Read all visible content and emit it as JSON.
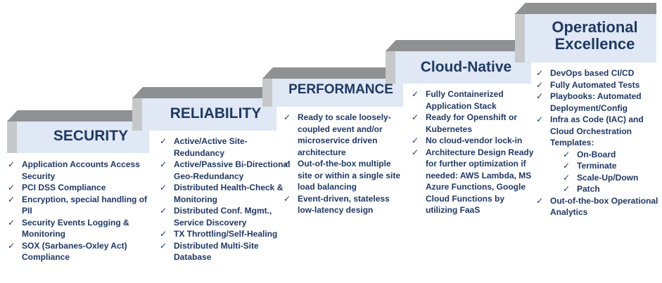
{
  "colors": {
    "title_text": "#1f3864",
    "bullet_text": "#1f3864",
    "top_face": "#8e9092",
    "front_face": "#dfe8f4",
    "riser_face": "#c6c8ca"
  },
  "bullet_icon": "checkmark-icon",
  "bullet_glyph": "✓",
  "steps": [
    {
      "id": "security",
      "title_lines": [
        "SECURITY"
      ],
      "items": [
        {
          "text": "Application Accounts Access Security",
          "sub": false
        },
        {
          "text": "PCI DSS Compliance",
          "sub": false
        },
        {
          "text": "Encryption, special handling of PII",
          "sub": false
        },
        {
          "text": "Security Events Logging & Monitoring",
          "sub": false
        },
        {
          "text": "SOX (Sarbanes-Oxley Act) Compliance",
          "sub": false
        }
      ]
    },
    {
      "id": "reliability",
      "title_lines": [
        "RELIABILITY"
      ],
      "items": [
        {
          "text": "Active/Active Site-Redundancy",
          "sub": false
        },
        {
          "text": "Active/Passive Bi-Directional Geo-Redundancy",
          "sub": false
        },
        {
          "text": "Distributed Health-Check & Monitoring",
          "sub": false
        },
        {
          "text": " Distributed Conf. Mgmt., Service Discovery",
          "sub": false
        },
        {
          "text": "TX Throttling/Self-Healing",
          "sub": false
        },
        {
          "text": "Distributed Multi-Site Database",
          "sub": false
        }
      ]
    },
    {
      "id": "performance",
      "title_lines": [
        "PERFORMANCE"
      ],
      "items": [
        {
          "text": "Ready to scale loosely-coupled event and/or microservice driven architecture",
          "sub": false
        },
        {
          "text": "Out-of-the-box multiple site or within a single site load balancing",
          "sub": false
        },
        {
          "text": "Event-driven, stateless low-latency design",
          "sub": false
        }
      ]
    },
    {
      "id": "cloud-native",
      "title_lines": [
        "Cloud-Native"
      ],
      "items": [
        {
          "text": "Fully Containerized Application Stack",
          "sub": false
        },
        {
          "text": "Ready for Openshift or Kubernetes",
          "sub": false
        },
        {
          "text": "No cloud-vendor lock-in",
          "sub": false
        },
        {
          "text": "Architecture Design Ready for further optimization if needed: AWS Lambda, MS Azure Functions, Google Cloud Functions by utilizing FaaS",
          "sub": false
        }
      ]
    },
    {
      "id": "operational-excellence",
      "title_lines": [
        "Operational",
        "Excellence"
      ],
      "items": [
        {
          "text": "DevOps based CI/CD",
          "sub": false
        },
        {
          "text": "Fully Automated Tests",
          "sub": false
        },
        {
          "text": "Playbooks: Automated Deployment/Config",
          "sub": false
        },
        {
          "text": "Infra as Code (IAC) and Cloud Orchestration Templates:",
          "sub": false
        },
        {
          "text": "On-Board",
          "sub": true
        },
        {
          "text": "Terminate",
          "sub": true
        },
        {
          "text": "Scale-Up/Down",
          "sub": true
        },
        {
          "text": "Patch",
          "sub": true
        },
        {
          "text": "Out-of-the-box Operational Analytics",
          "sub": false
        }
      ]
    }
  ]
}
